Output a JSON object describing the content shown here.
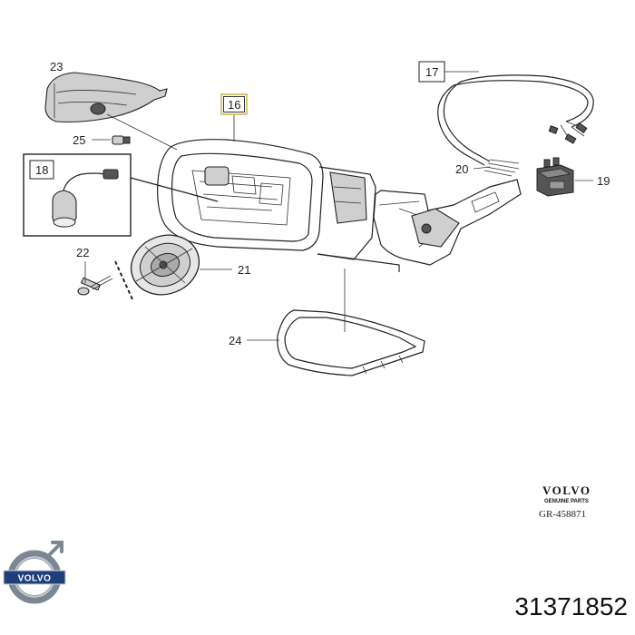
{
  "callouts": {
    "c16": "16",
    "c17": "17",
    "c18": "18",
    "c19": "19",
    "c20": "20",
    "c21": "21",
    "c22": "22",
    "c23": "23",
    "c24": "24",
    "c25": "25"
  },
  "brand": {
    "name": "VOLVO",
    "tagline": "GENUINE PARTS",
    "drawing_number": "GR-458871",
    "logo_text": "VOLVO"
  },
  "part_number": "31371852",
  "colors": {
    "line": "#222222",
    "highlight_box": "#c9b24a",
    "logo_ring": "#7d8794",
    "logo_band": "#1e3f7a"
  }
}
